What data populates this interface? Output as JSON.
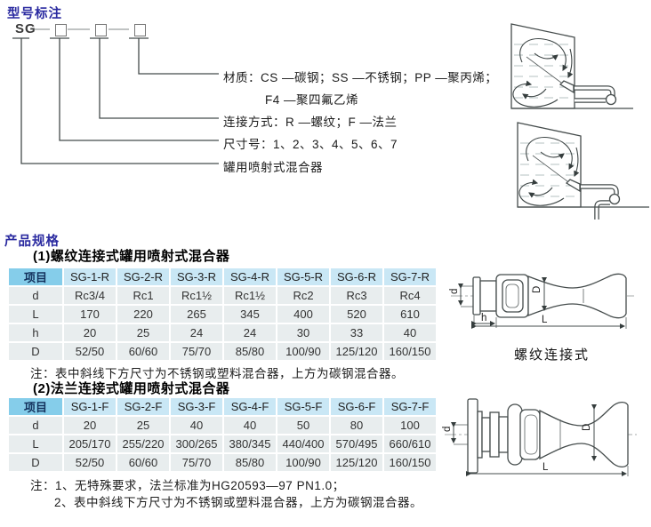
{
  "model_section": {
    "title": "型号标注",
    "code_prefix": "SG",
    "labels": {
      "material_line1": "材质：CS —碳钢；SS —不锈钢；PP —聚丙烯；",
      "material_line2": "F4 —聚四氟乙烯",
      "connection": "连接方式：R —螺纹；F —法兰",
      "size": "尺寸号：1、2、3、4、5、6、7",
      "product": "罐用喷射式混合器"
    }
  },
  "spec_section": {
    "title": "产品规格",
    "table1": {
      "caption": "(1)螺纹连接式罐用喷射式混合器",
      "headers": [
        "项目",
        "SG-1-R",
        "SG-2-R",
        "SG-3-R",
        "SG-4-R",
        "SG-5-R",
        "SG-6-R",
        "SG-7-R"
      ],
      "rows": [
        {
          "label": "d",
          "values": [
            "Rc3/4",
            "Rc1",
            "Rc1½",
            "Rc1½",
            "Rc2",
            "Rc3",
            "Rc4"
          ]
        },
        {
          "label": "L",
          "values": [
            "170",
            "220",
            "265",
            "345",
            "400",
            "520",
            "610"
          ]
        },
        {
          "label": "h",
          "values": [
            "20",
            "25",
            "24",
            "24",
            "30",
            "33",
            "40"
          ]
        },
        {
          "label": "D",
          "values": [
            "52/50",
            "60/60",
            "75/70",
            "85/80",
            "100/90",
            "125/120",
            "160/150"
          ]
        }
      ],
      "note": "注：表中斜线下方尺寸为不锈钢或塑料混合器，上方为碳钢混合器。"
    },
    "table2": {
      "caption": "(2)法兰连接式罐用喷射式混合器",
      "headers": [
        "项目",
        "SG-1-F",
        "SG-2-F",
        "SG-3-F",
        "SG-4-F",
        "SG-5-F",
        "SG-6-F",
        "SG-7-F"
      ],
      "rows": [
        {
          "label": "d",
          "values": [
            "20",
            "25",
            "40",
            "40",
            "50",
            "80",
            "100"
          ]
        },
        {
          "label": "L",
          "values": [
            "205/170",
            "255/220",
            "300/265",
            "380/345",
            "440/400",
            "570/495",
            "660/610"
          ]
        },
        {
          "label": "D",
          "values": [
            "52/50",
            "60/60",
            "75/70",
            "85/80",
            "100/90",
            "125/120",
            "160/150"
          ]
        }
      ]
    },
    "notes": {
      "line1": "注：1、无特殊要求，法兰标准为HG20593—97 PN1.0；",
      "line2": "2、表中斜线下方尺寸为不锈钢或塑料混合器，上方为碳钢混合器。"
    }
  },
  "diagrams": {
    "threaded_caption": "螺纹连接式",
    "dim_labels": {
      "d": "d",
      "h": "h",
      "D": "D",
      "L": "L"
    }
  },
  "colors": {
    "title_navy": "#2a2aa0",
    "table_header_bg": "#c9e7f5",
    "table_corner_bg": "#85cdea",
    "table_row_bg": "#e8edee",
    "line_color": "#454c4c"
  }
}
